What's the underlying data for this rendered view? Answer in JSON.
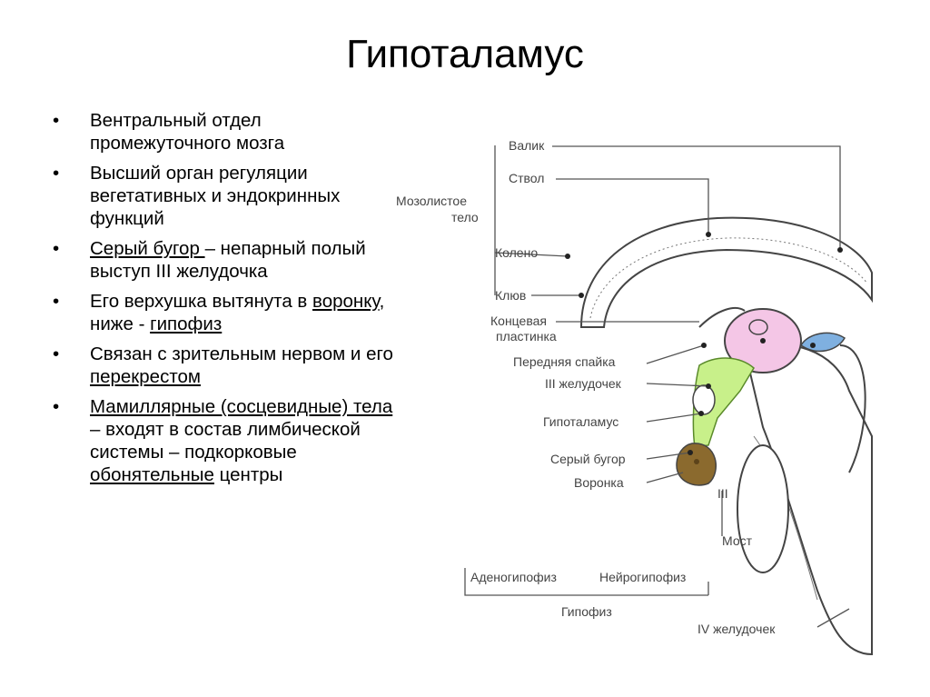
{
  "slide": {
    "title": "Гипоталамус"
  },
  "bullets": [
    {
      "parts": [
        {
          "t": "Вентральный отдел промежуточного мозга"
        }
      ]
    },
    {
      "parts": [
        {
          "t": " Высший орган регуляции вегетативных  и эндокринных функций"
        }
      ]
    },
    {
      "parts": [
        {
          "t": "Серый бугор ",
          "u": true
        },
        {
          "t": "– непарный полый выступ III желудочка"
        }
      ]
    },
    {
      "parts": [
        {
          "t": "Его верхушка вытянута в "
        },
        {
          "t": "воронку",
          "u": true
        },
        {
          "t": ", ниже -  "
        },
        {
          "t": "гипофиз",
          "u": true
        }
      ]
    },
    {
      "parts": [
        {
          "t": "Связан с зрительным нервом и его "
        },
        {
          "t": "перекрестом",
          "u": true
        }
      ]
    },
    {
      "parts": [
        {
          "t": " Мамиллярные (сосцевидные) тела ",
          "u": true
        },
        {
          "t": "– входят в состав лимбической системы – подкорковые "
        },
        {
          "t": "обонятельные",
          "u": true
        },
        {
          "t": " центры"
        }
      ]
    }
  ],
  "figure": {
    "labels": {
      "valik": "Валик",
      "stvol": "Ствол",
      "mozolistoe_1": "Мозолистое",
      "mozolistoe_2": "тело",
      "koleno": "Колено",
      "klyuv": "Клюв",
      "koncevaya_1": "Концевая",
      "koncevaya_2": "пластинка",
      "perednyaya_spaika": "Передняя спайка",
      "iii_zheludochek": "III желудочек",
      "gipotalamus": "Гипоталамус",
      "seryi_bugor": "Серый бугор",
      "voronka": "Воронка",
      "iii": "III",
      "most": "Мост",
      "adenogipofiz": "Аденогипофиз",
      "neirogipofiz": "Нейрогипофиз",
      "gipofiz": "Гипофиз",
      "iv_zheludochek": "IV желудочек"
    },
    "colors": {
      "hypothalamus_green": "#c8f08a",
      "thalamus_pink": "#f4c6e6",
      "commissure_blue": "#7fb0e0",
      "mammillary_brown": "#8b6a2e",
      "line": "#444444"
    }
  }
}
